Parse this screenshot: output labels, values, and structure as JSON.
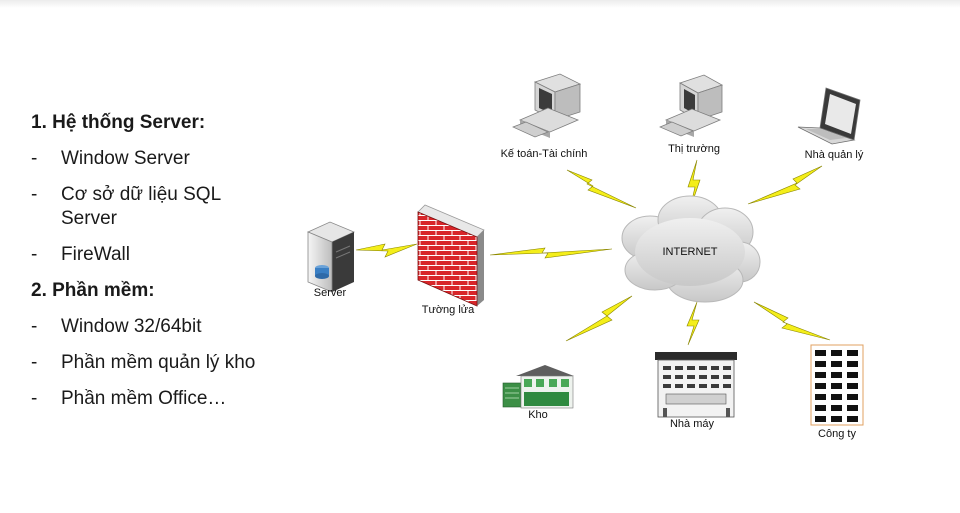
{
  "text_panel": {
    "heading1": "1. Hệ thống Server:",
    "items1": [
      "Window Server",
      "Cơ sở dữ liệu SQL Server",
      "FireWall"
    ],
    "heading2": "2. Phần mềm:",
    "items2": [
      "Window 32/64bit",
      "Phần mềm quản lý kho",
      "Phần mềm Office…"
    ],
    "dash": "-"
  },
  "diagram": {
    "internet_label": "INTERNET",
    "server_label": "Server",
    "firewall_label": "Tường lửa",
    "accounting_label": "Kế toán-Tài chính",
    "market_label": "Thị trường",
    "manager_label": "Nhà quản lý",
    "warehouse_label": "Kho",
    "factory_label": "Nhà máy",
    "company_label": "Công ty",
    "bolt_color": "#f4ee1a",
    "brick_color": "#d8262a",
    "cloud_color": "#d6d6d6"
  }
}
